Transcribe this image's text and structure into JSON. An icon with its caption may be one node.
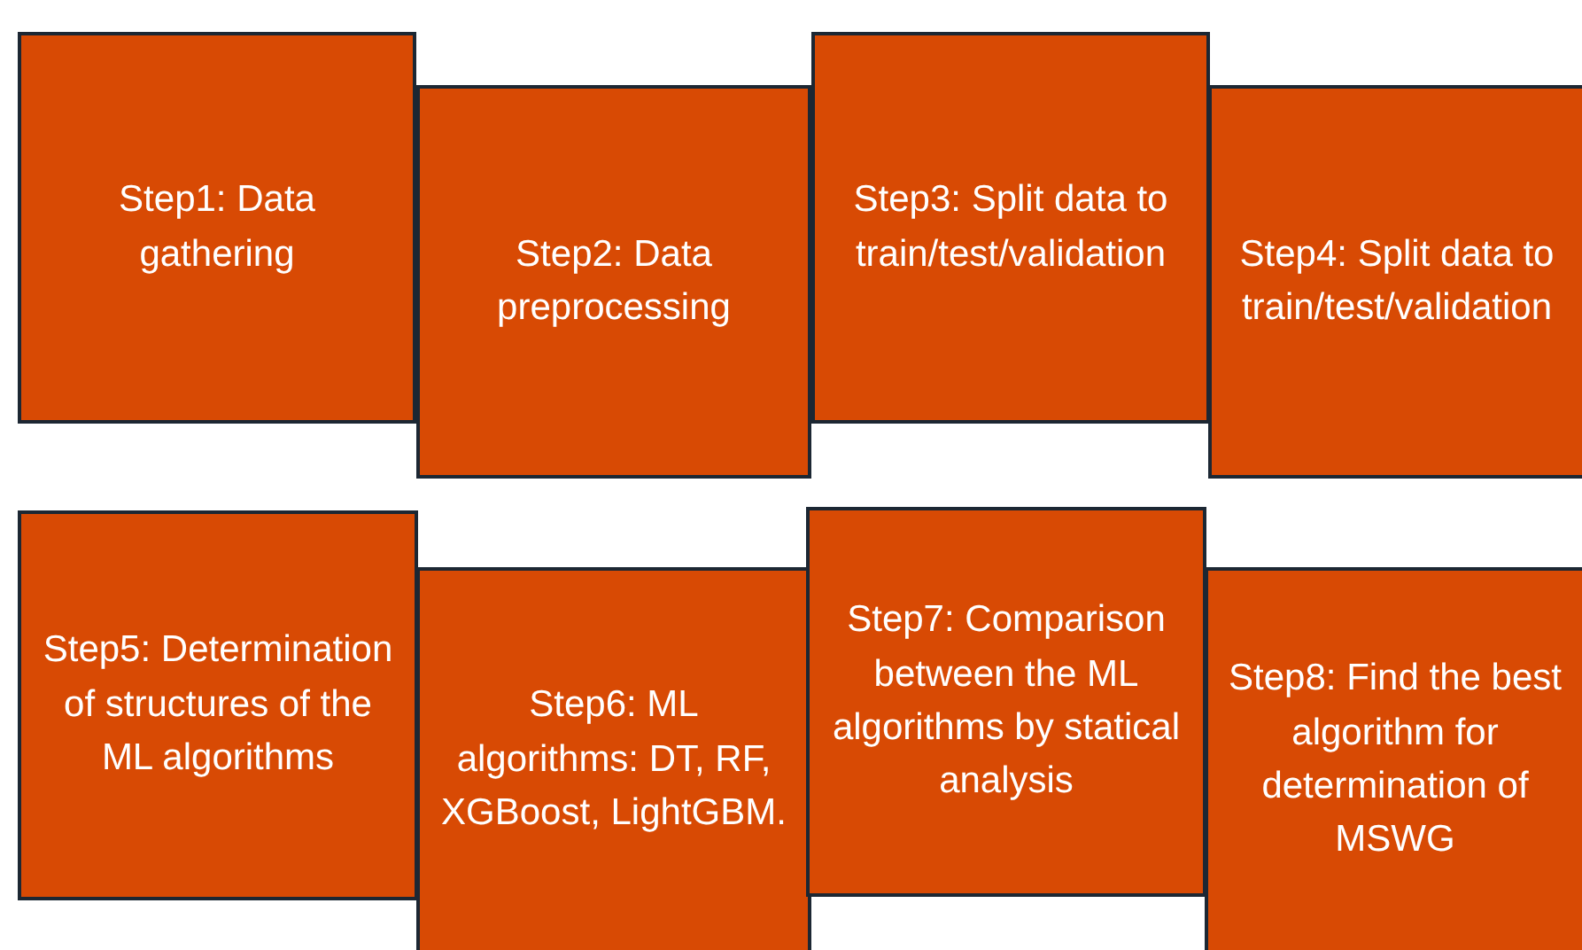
{
  "diagram": {
    "nodes": [
      {
        "text": [
          "Step1: Data gathering"
        ]
      },
      {
        "text": [
          "Step2: Data preprocessing"
        ]
      },
      {
        "text": [
          "Step3: Split data to train/test/validation"
        ]
      },
      {
        "text": [
          "Step4: Split data to train/test/validation"
        ]
      },
      {
        "text": [
          "Step5: Determination of structures of the ML algorithms"
        ]
      },
      {
        "text": [
          "Step6: ML algorithms: DT, RF, XGBoost, LightGBM."
        ]
      },
      {
        "text": [
          "Step7: Comparison between the ML algorithms by statical analysis"
        ]
      },
      {
        "text": [
          "Step8: Find the best algorithm for determination of MSWG"
        ]
      }
    ]
  }
}
